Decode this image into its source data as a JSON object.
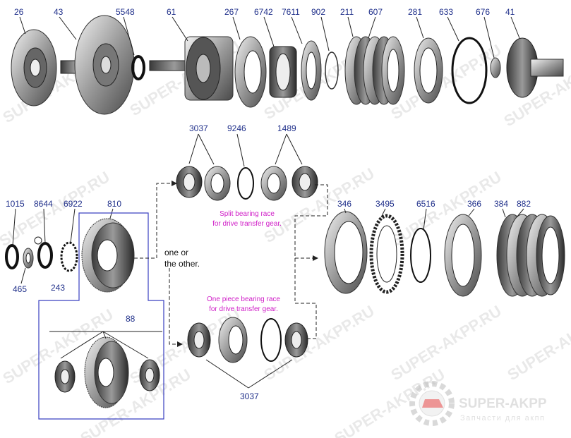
{
  "parts_top": [
    "26",
    "43",
    "5548",
    "61",
    "267",
    "6742",
    "7611",
    "902",
    "211",
    "607",
    "281",
    "633",
    "676",
    "41"
  ],
  "parts_mid_top": [
    "3037",
    "9246",
    "1489"
  ],
  "parts_left": [
    "1015",
    "8644",
    "6922",
    "810",
    "465",
    "243"
  ],
  "parts_right": [
    "346",
    "3495",
    "6516",
    "366",
    "384",
    "882"
  ],
  "part_bottom": "3037",
  "assembly_label": "88",
  "note_split": [
    "Split bearing race",
    "for drive transfer gear."
  ],
  "note_one_piece": [
    "One piece bearing race",
    "for drive transfer gear."
  ],
  "note_choice": [
    "one or",
    "the other."
  ],
  "watermark": "SUPER-AKPP.RU",
  "logo": {
    "name": "SUPER-AKPP",
    "tagline": "Запчасти для акпп"
  },
  "colors": {
    "label": "#1f2f8a",
    "note": "#d020c8",
    "frame": "#3a40c0",
    "logo_red": "#e04040"
  }
}
